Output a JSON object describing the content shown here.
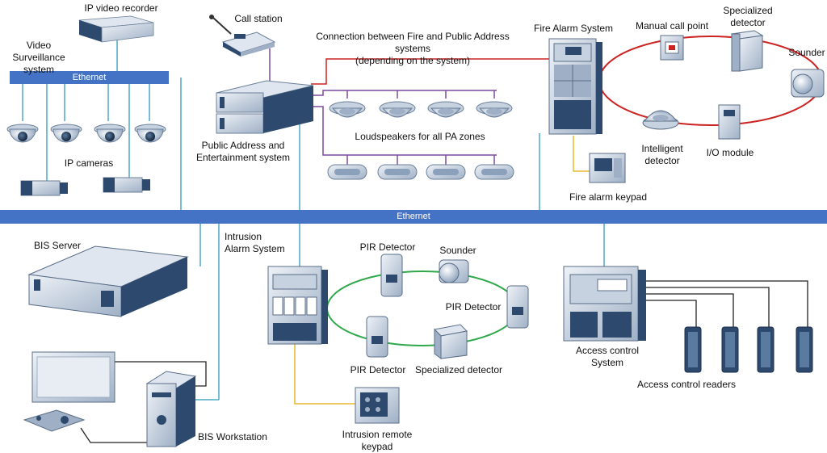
{
  "colors": {
    "ethernet_bus": "#4472c4",
    "ethernet_link": "#4aa8c8",
    "fire_link": "#cc2222",
    "pa_link": "#7b4a9c",
    "intrusion_loop": "#2ea84a",
    "keypad_link": "#e8b830",
    "device_link": "#222222",
    "device_dark": "#2d4a6e",
    "device_light": "#d8dfe8"
  },
  "labels": {
    "ip_video_recorder": "IP video recorder",
    "video_surveillance": "Video Surveillance\nsystem",
    "ethernet_top": "Ethernet",
    "ip_cameras": "IP cameras",
    "call_station": "Call station",
    "connection_note": "Connection between Fire and Public Address systems\n(depending on the system)",
    "pa_system": "Public Address and\nEntertainment system",
    "loudspeakers": "Loudspeakers for all PA zones",
    "fire_alarm_system": "Fire Alarm System",
    "manual_call_point": "Manual call point",
    "specialized_detector_top": "Specialized\ndetector",
    "sounder_top": "Sounder",
    "intelligent_detector": "Intelligent\ndetector",
    "io_module": "I/O module",
    "fire_alarm_keypad": "Fire alarm keypad",
    "ethernet_main": "Ethernet",
    "bis_server": "BIS Server",
    "intrusion_alarm_system": "Intrusion\nAlarm System",
    "pir_detector_1": "PIR Detector",
    "sounder_mid": "Sounder",
    "pir_detector_2": "PIR Detector",
    "pir_detector_3": "PIR Detector",
    "specialized_detector_mid": "Specialized detector",
    "intrusion_keypad": "Intrusion remote\nkeypad",
    "access_control_system": "Access control\nSystem",
    "access_control_readers": "Access control readers",
    "bis_workstation": "BIS Workstation"
  }
}
